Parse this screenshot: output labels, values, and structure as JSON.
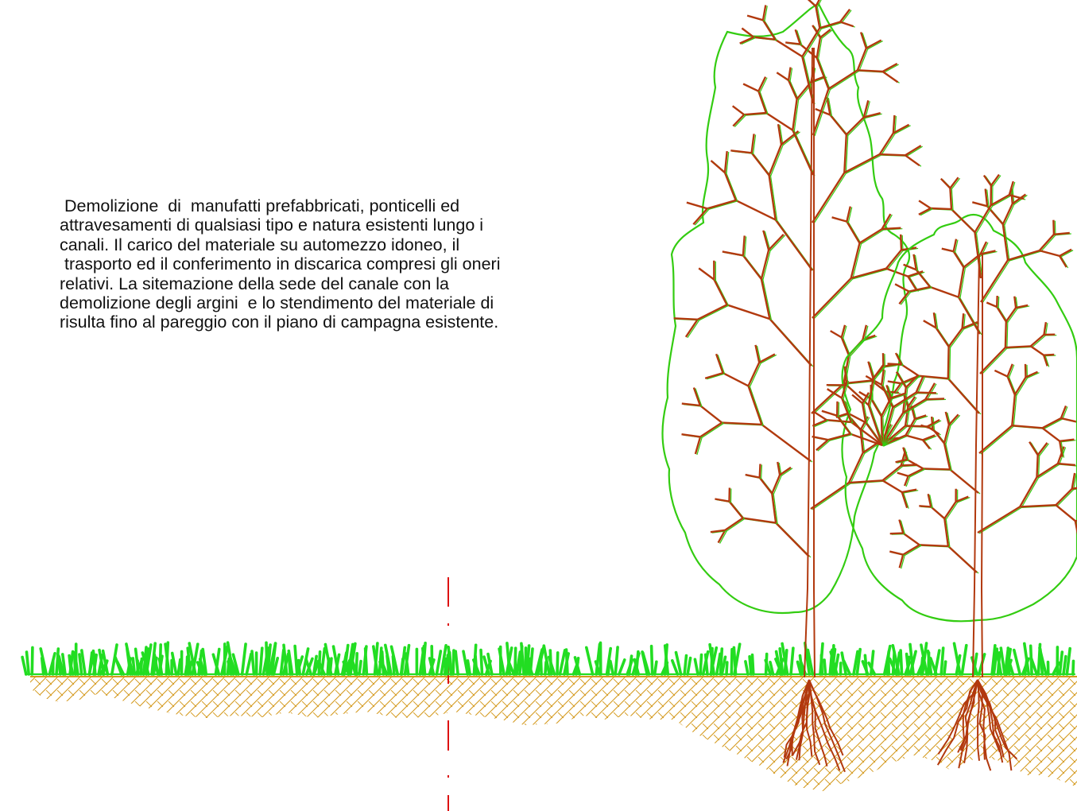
{
  "description": {
    "lines": [
      " Demolizione  di  manufatti prefabbricati, ponticelli ed",
      "attravesamenti di qualsiasi tipo e natura esistenti lungo i",
      "canali. Il carico del materiale su automezzo idoneo, il",
      " trasporto ed il conferimento in discarica compresi gli oneri",
      "relativi. La sitemazione della sede del canale con la",
      "demolizione degli argini  e lo stendimento del materiale di",
      "risulta fino al pareggio con il piano di campagna esistente."
    ]
  },
  "colors": {
    "grass": "#22dd22",
    "soil_hatch": "#d49a1e",
    "axis_line": "#dd1111",
    "branch": "#b2390e",
    "canopy": "#33cc11"
  },
  "icons": [
    "grass-tuft",
    "soil-hatch",
    "tree-left",
    "tree-right",
    "centerline"
  ]
}
